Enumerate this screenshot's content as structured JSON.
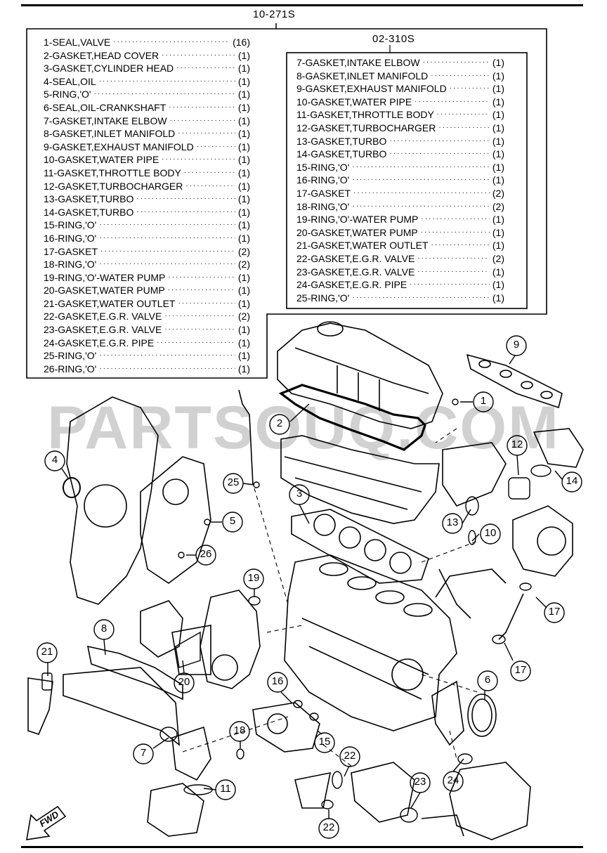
{
  "kit_main": {
    "code": "10-271S",
    "items": [
      {
        "name": "1-SEAL,VALVE",
        "qty": "(16)"
      },
      {
        "name": "2-GASKET,HEAD COVER",
        "qty": "(1)"
      },
      {
        "name": "3-GASKET,CYLINDER HEAD",
        "qty": "(1)"
      },
      {
        "name": "4-SEAL,OIL",
        "qty": "(1)"
      },
      {
        "name": "5-RING,'O'",
        "qty": "(1)"
      },
      {
        "name": "6-SEAL,OIL-CRANKSHAFT",
        "qty": "(1)"
      },
      {
        "name": "7-GASKET,INTAKE ELBOW",
        "qty": "(1)"
      },
      {
        "name": "8-GASKET,INLET MANIFOLD",
        "qty": "(1)"
      },
      {
        "name": "9-GASKET,EXHAUST MANIFOLD",
        "qty": "(1)"
      },
      {
        "name": "10-GASKET,WATER PIPE",
        "qty": "(1)"
      },
      {
        "name": "11-GASKET,THROTTLE BODY",
        "qty": "(1)"
      },
      {
        "name": "12-GASKET,TURBOCHARGER",
        "qty": "(1)"
      },
      {
        "name": "13-GASKET,TURBO",
        "qty": "(1)"
      },
      {
        "name": "14-GASKET,TURBO",
        "qty": "(1)"
      },
      {
        "name": "15-RING,'O'",
        "qty": "(1)"
      },
      {
        "name": "16-RING,'O'",
        "qty": "(1)"
      },
      {
        "name": "17-GASKET",
        "qty": "(2)"
      },
      {
        "name": "18-RING,'O'",
        "qty": "(2)"
      },
      {
        "name": "19-RING,'O'-WATER PUMP",
        "qty": "(1)"
      },
      {
        "name": "20-GASKET,WATER PUMP",
        "qty": "(1)"
      },
      {
        "name": "21-GASKET,WATER OUTLET",
        "qty": "(1)"
      },
      {
        "name": "22-GASKET,E.G.R. VALVE",
        "qty": "(2)"
      },
      {
        "name": "23-GASKET,E.G.R. VALVE",
        "qty": "(1)"
      },
      {
        "name": "24-GASKET,E.G.R. PIPE",
        "qty": "(1)"
      },
      {
        "name": "25-RING,'O'",
        "qty": "(1)"
      },
      {
        "name": "26-RING,'O'",
        "qty": "(1)"
      }
    ]
  },
  "kit_sub": {
    "code": "02-310S",
    "items": [
      {
        "name": "7-GASKET,INTAKE ELBOW",
        "qty": "(1)"
      },
      {
        "name": "8-GASKET,INLET MANIFOLD",
        "qty": "(1)"
      },
      {
        "name": "9-GASKET,EXHAUST MANIFOLD",
        "qty": "(1)"
      },
      {
        "name": "10-GASKET,WATER PIPE",
        "qty": "(1)"
      },
      {
        "name": "11-GASKET,THROTTLE BODY",
        "qty": "(1)"
      },
      {
        "name": "12-GASKET,TURBOCHARGER",
        "qty": "(1)"
      },
      {
        "name": "13-GASKET,TURBO",
        "qty": "(1)"
      },
      {
        "name": "14-GASKET,TURBO",
        "qty": "(1)"
      },
      {
        "name": "15-RING,'O'",
        "qty": "(1)"
      },
      {
        "name": "16-RING,'O'",
        "qty": "(1)"
      },
      {
        "name": "17-GASKET",
        "qty": "(2)"
      },
      {
        "name": "18-RING,'O'",
        "qty": "(2)"
      },
      {
        "name": "19-RING,'O'-WATER PUMP",
        "qty": "(1)"
      },
      {
        "name": "20-GASKET,WATER PUMP",
        "qty": "(1)"
      },
      {
        "name": "21-GASKET,WATER OUTLET",
        "qty": "(1)"
      },
      {
        "name": "22-GASKET,E.G.R. VALVE",
        "qty": "(2)"
      },
      {
        "name": "23-GASKET,E.G.R. VALVE",
        "qty": "(1)"
      },
      {
        "name": "24-GASKET,E.G.R. PIPE",
        "qty": "(1)"
      },
      {
        "name": "25-RING,'O'",
        "qty": "(1)"
      }
    ]
  },
  "watermark": "PARTSOUQ.COM",
  "fwd_label": "FWD",
  "callouts": [
    "1",
    "2",
    "3",
    "4",
    "5",
    "6",
    "7",
    "8",
    "9",
    "10",
    "11",
    "12",
    "13",
    "14",
    "15",
    "16",
    "17",
    "17",
    "18",
    "19",
    "20",
    "21",
    "22",
    "22",
    "23",
    "24",
    "25",
    "26"
  ]
}
